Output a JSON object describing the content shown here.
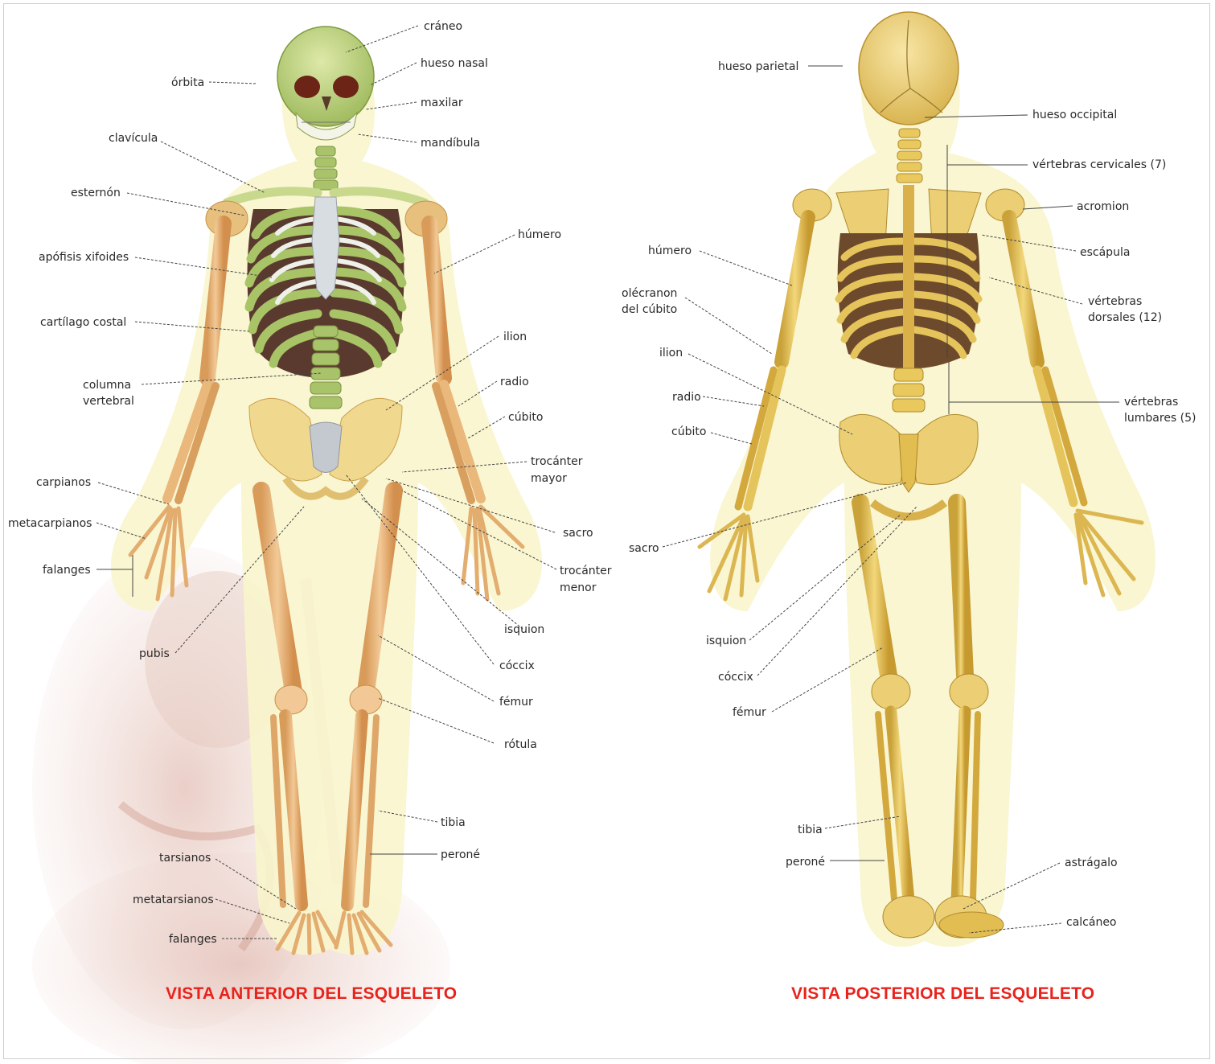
{
  "anterior": {
    "caption": "VISTA ANTERIOR DEL ESQUELETO",
    "labels": {
      "craneo": "cráneo",
      "hueso_nasal": "hueso nasal",
      "maxilar": "maxilar",
      "mandibula": "mandíbula",
      "orbita": "órbita",
      "clavicula": "clavícula",
      "esternon": "esternón",
      "humero": "húmero",
      "apofisis": "apófisis xifoides",
      "cartilago": "cartílago costal",
      "ilion": "ilion",
      "columna_1": "columna",
      "columna_2": "vertebral",
      "radio": "radio",
      "cubito": "cúbito",
      "trocanter_mayor_1": "trocánter",
      "trocanter_mayor_2": "mayor",
      "carpianos": "carpianos",
      "metacarpianos": "metacarpianos",
      "sacro": "sacro",
      "falanges": "falanges",
      "trocanter_menor_1": "trocánter",
      "trocanter_menor_2": "menor",
      "isquion": "isquion",
      "pubis": "pubis",
      "coccix": "cóccix",
      "femur": "fémur",
      "rotula": "rótula",
      "tibia": "tibia",
      "perone": "peroné",
      "tarsianos": "tarsianos",
      "metatarsianos": "metatarsianos",
      "falanges_pie": "falanges"
    }
  },
  "posterior": {
    "caption": "VISTA POSTERIOR DEL ESQUELETO",
    "labels": {
      "hueso_parietal": "hueso parietal",
      "hueso_occipital": "hueso occipital",
      "vertebras_cervicales": "vértebras cervicales (7)",
      "acromion": "acromion",
      "humero": "húmero",
      "escapula": "escápula",
      "olecranon_1": "olécranon",
      "olecranon_2": "del cúbito",
      "vertebras_dorsales_1": "vértebras",
      "vertebras_dorsales_2": "dorsales (12)",
      "ilion": "ilion",
      "radio": "radio",
      "vertebras_lumbares_1": "vértebras",
      "vertebras_lumbares_2": "lumbares (5)",
      "cubito": "cúbito",
      "sacro": "sacro",
      "isquion": "isquion",
      "coccix": "cóccix",
      "femur": "fémur",
      "tibia": "tibia",
      "perone": "peroné",
      "astragalo": "astrágalo",
      "calcaneo": "calcáneo"
    }
  },
  "colors": {
    "caption": "#e8231c",
    "bone_anterior_axial": "#b9d07a",
    "bone_limb": "#e9b87a",
    "bone_posterior": "#e6c45c",
    "body_halo": "#f7f3c8",
    "sternum": "#d8dde2",
    "rib_shadow": "#5a3a2e"
  }
}
